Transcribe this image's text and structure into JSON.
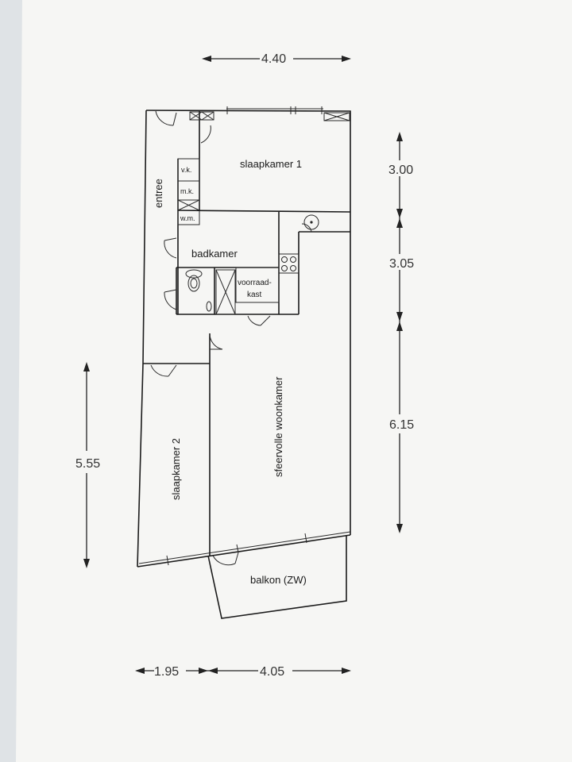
{
  "rooms": {
    "slaapkamer1": "slaapkamer 1",
    "entree": "entree",
    "vk": "v.k.",
    "mk": "m.k.",
    "wm": "w.m.",
    "badkamer": "badkamer",
    "voorraadkast_1": "voorraad-",
    "voorraadkast_2": "kast",
    "woonkamer": "sfeervolle woonkamer",
    "slaapkamer2": "slaapkamer 2",
    "balkon": "balkon (ZW)"
  },
  "dimensions": {
    "top_width": "4.40",
    "right_1": "3.00",
    "right_2": "3.05",
    "right_3": "6.15",
    "left_height": "5.55",
    "bottom_left": "1.95",
    "bottom_right": "4.05"
  },
  "colors": {
    "paper": "#f5f5f3",
    "line": "#1b1b1b"
  }
}
